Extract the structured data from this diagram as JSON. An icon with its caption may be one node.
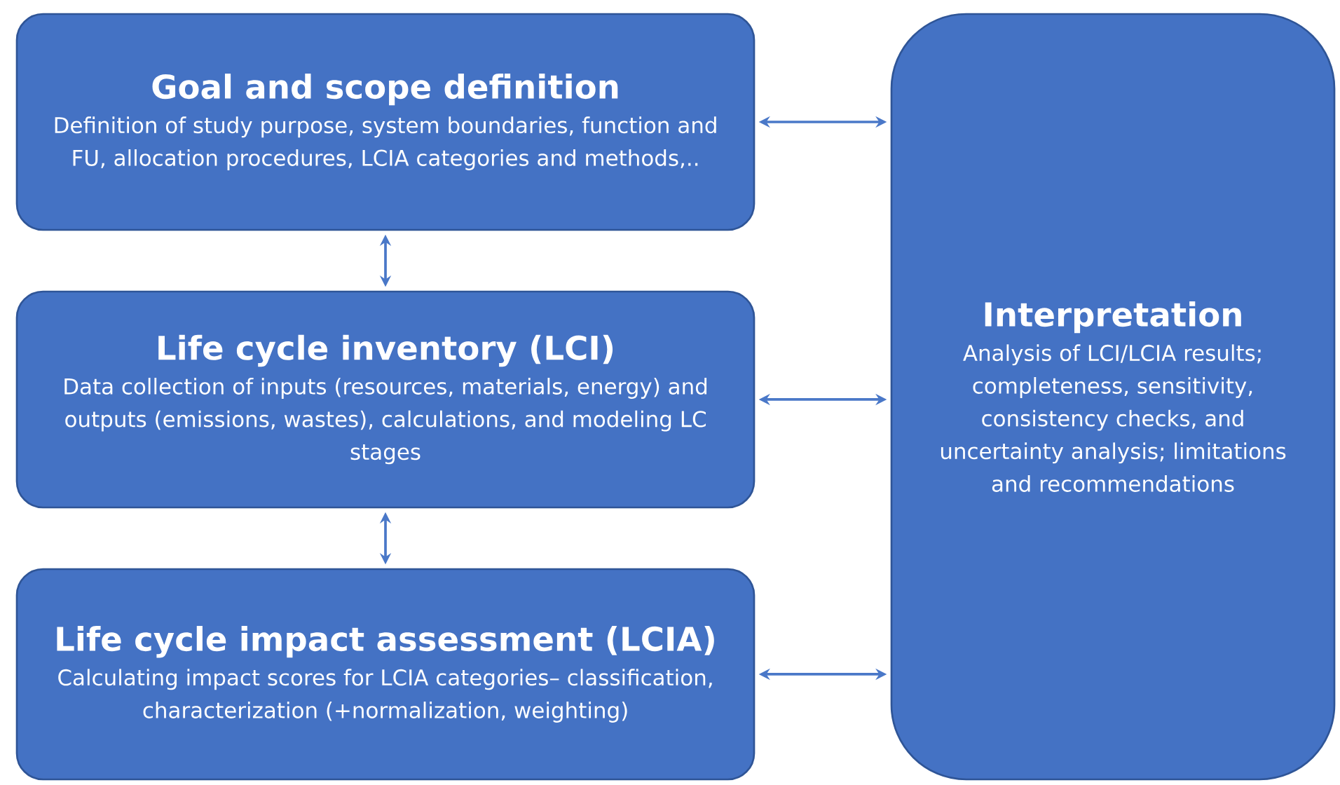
{
  "diagram": {
    "nodes": [
      {
        "text": [
          "Goal and scope definition",
          "Definition of study purpose, system boundaries, function and FU, allocation procedures, LCIA categories and methods,.."
        ]
      },
      {
        "text": [
          "Life cycle inventory (LCI)",
          "Data collection of inputs (resources, materials, energy) and outputs (emissions, wastes), calculations, and modeling LC stages"
        ]
      },
      {
        "text": [
          "Life cycle impact assessment (LCIA)",
          "Calculating impact scores for LCIA categories– classification, characterization (+normalization, weighting)"
        ]
      },
      {
        "text": [
          "Interpretation",
          "Analysis of LCI/LCIA results; completeness, sensitivity, consistency checks, and uncertainty analysis; limitations and recommendations"
        ]
      }
    ],
    "edges": [
      {
        "from": 0,
        "to": 1,
        "arrow": "both"
      },
      {
        "from": 1,
        "to": 2,
        "arrow": "both"
      },
      {
        "from": 0,
        "to": 3,
        "arrow": "both"
      },
      {
        "from": 1,
        "to": 3,
        "arrow": "both"
      },
      {
        "from": 2,
        "to": 3,
        "arrow": "both"
      }
    ]
  }
}
